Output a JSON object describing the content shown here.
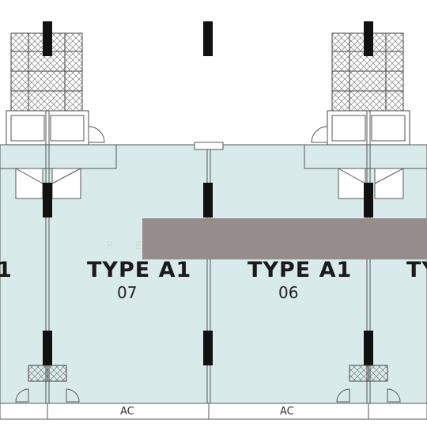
{
  "plan": {
    "units": [
      {
        "type_label": "TYPE A1",
        "unit_no": "07"
      },
      {
        "type_label": "TYPE A1",
        "unit_no": "06"
      }
    ],
    "partial_left_label": "1",
    "partial_right_label": "TY",
    "ac_labels": [
      "AC",
      "AC"
    ],
    "faint_text": "R E",
    "colors": {
      "unit_fill": "#d8ebea",
      "wall": "#111111",
      "line": "#555555",
      "overlay_bar": "#958d8c"
    }
  }
}
